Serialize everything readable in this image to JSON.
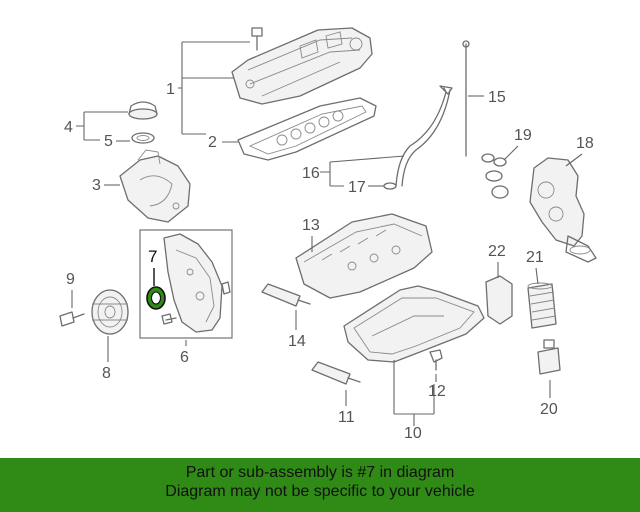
{
  "callouts": {
    "c1": "1",
    "c2": "2",
    "c3": "3",
    "c4": "4",
    "c5": "5",
    "c6": "6",
    "c7": "7",
    "c8": "8",
    "c9": "9",
    "c10": "10",
    "c11": "11",
    "c12": "12",
    "c13": "13",
    "c14": "14",
    "c15": "15",
    "c16": "16",
    "c17": "17",
    "c18": "18",
    "c19": "19",
    "c20": "20",
    "c21": "21",
    "c22": "22"
  },
  "highlighted_callout": "7",
  "colors": {
    "banner": "#2f8a16",
    "highlight_part": "#2f8a16",
    "lines": "#6e6e6e"
  },
  "banner": {
    "line1": "Part or sub-assembly is #7 in diagram",
    "line2": "Diagram may not be specific to your vehicle"
  }
}
